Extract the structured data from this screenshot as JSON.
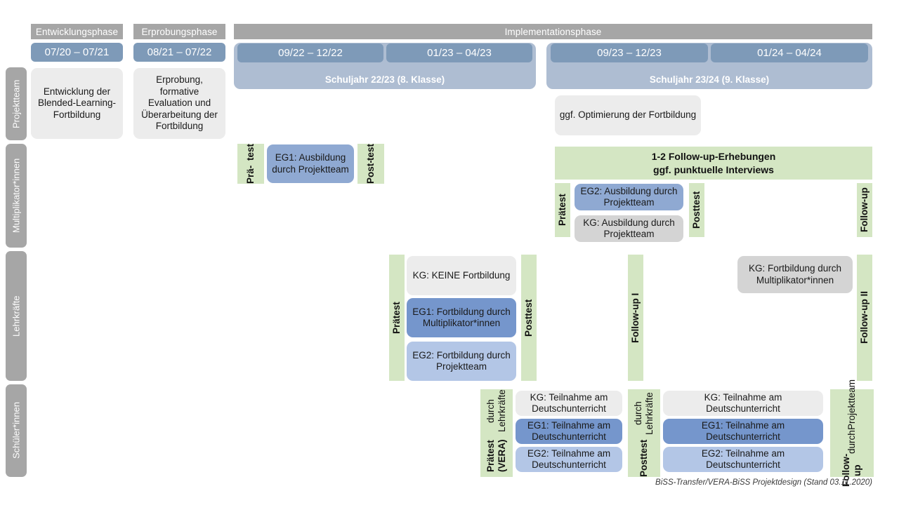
{
  "diagram": {
    "footer": "BiSS-Transfer/VERA-BiSS Projektdesign (Stand 03.11.2020)"
  },
  "phases": [
    {
      "label": "Entwicklungsphase"
    },
    {
      "label": "Erprobungsphase"
    },
    {
      "label": "Implementationsphase"
    }
  ],
  "periods": [
    {
      "label": "07/20 – 07/21"
    },
    {
      "label": "08/21 – 07/22"
    },
    {
      "label": "09/22 – 12/22"
    },
    {
      "label": "01/23 – 04/23"
    },
    {
      "label": "09/23 – 12/23"
    },
    {
      "label": "01/24 – 04/24"
    }
  ],
  "schoolyears": [
    {
      "label": "Schuljahr 22/23 (8. Klasse)"
    },
    {
      "label": "Schuljahr 23/24 (9. Klasse)"
    }
  ],
  "rows": [
    {
      "label": "Projektteam"
    },
    {
      "label": "Multiplikator*innen"
    },
    {
      "label": "Lehrkräfte"
    },
    {
      "label": "Schüler*innen"
    }
  ],
  "projektteam": {
    "entwicklung": "Entwicklung der Blended-Learning-Fortbildung",
    "erprobung": "Erprobung, formative Evaluation und Überarbeitung der Fortbildung"
  },
  "multiplikatoren": {
    "pretest_line1": "Prä-",
    "pretest_line2": "test",
    "eg1": "EG1: Ausbildung durch Projektteam",
    "posttest_line1": "Post-",
    "posttest_line2": "test",
    "optimierung": "ggf. Optimierung der Fortbildung",
    "followup_banner_line1": "1-2 Follow-up-Erhebungen",
    "followup_banner_line2": "ggf. punktuelle Interviews",
    "praetest": "Prätest",
    "eg2": "EG2:  Ausbildung durch Projektteam",
    "kg": "KG: Ausbildung durch Projektteam",
    "posttest": "Posttest",
    "followup": "Follow-up"
  },
  "lehrkraefte": {
    "praetest": "Prätest",
    "kg": "KG:  KEINE Fortbildung",
    "eg1": "EG1: Fortbildung durch Multiplikator*innen",
    "eg2": "EG2: Fortbildung durch Projektteam",
    "posttest": "Posttest",
    "followup1": "Follow-up I",
    "kg_late": "KG: Fortbildung durch Multiplikator*innen",
    "followup2": "Follow-up II"
  },
  "schueler": {
    "praetest_main": "Prätest (VERA)",
    "praetest_sub": "durch Lehrkräfte",
    "kg1": "KG: Teilnahme am Deutschunterricht",
    "eg1_1": "EG1: Teilnahme am Deutschunterricht",
    "eg2_1": "EG2: Teilnahme am Deutschunterricht",
    "posttest_main": "Posttest",
    "posttest_sub": "durch Lehrkräfte",
    "kg2": "KG: Teilnahme am Deutschunterricht",
    "eg1_2": "EG1: Teilnahme am Deutschunterricht",
    "eg2_2": "EG2: Teilnahme am Deutschunterricht",
    "followup_main": "Follow-up",
    "followup_sub1": "durch",
    "followup_sub2": "Projektteam"
  },
  "colors": {
    "grey_header": "#a6a6a6",
    "period_blue": "#7e9ab8",
    "schoolyear_blue": "#aebdd2",
    "green": "#d4e6c3",
    "kg_grey": "#ececec",
    "eg1_blue": "#7596cc",
    "eg2_blue": "#b3c6e6"
  }
}
